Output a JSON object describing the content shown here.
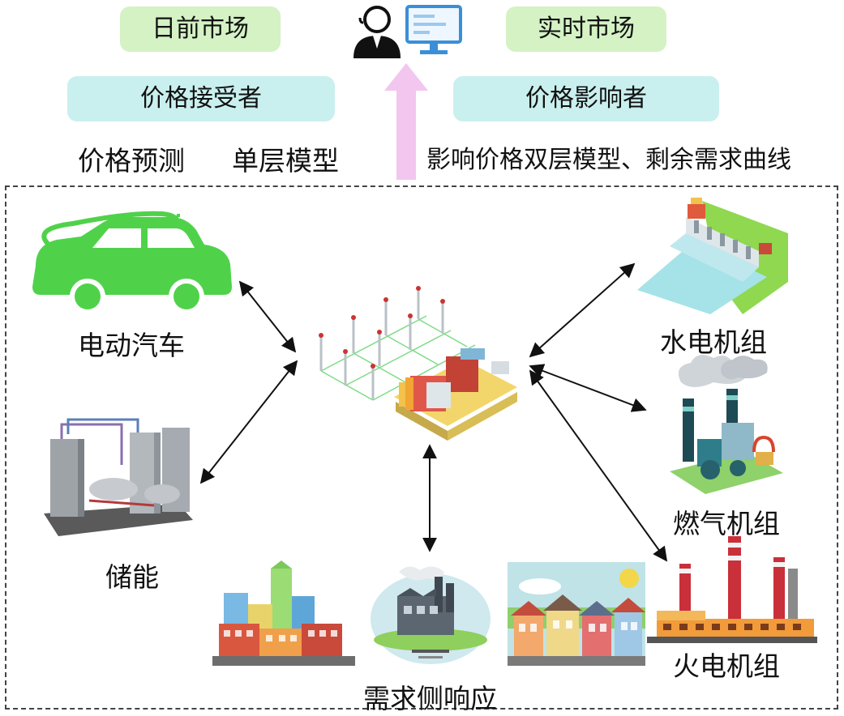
{
  "markets": {
    "day_ahead": "日前市场",
    "real_time": "实时市场"
  },
  "roles": {
    "price_taker": "价格接受者",
    "price_maker": "价格影响者"
  },
  "models": {
    "price_forecast": "价格预测",
    "single_layer": "单层模型",
    "bilevel": "影响价格双层模型、剩余需求曲线"
  },
  "resources": {
    "ev": "电动汽车",
    "storage": "储能",
    "demand_response": "需求侧响应",
    "hydro": "水电机组",
    "gas": "燃气机组",
    "thermal": "火电机组"
  },
  "colors": {
    "pill_green": "#d4f2c4",
    "pill_cyan": "#c9f0ee",
    "up_arrow": "#f2c6ef",
    "ev_green": "#4fd24a"
  },
  "icons": [
    "operator-icon",
    "monitor-icon",
    "ev-car-icon",
    "energy-storage-icon",
    "virtual-power-plant-icon",
    "city-buildings-icon",
    "factory-icon",
    "town-houses-icon",
    "hydro-dam-icon",
    "gas-plant-icon",
    "thermal-plant-icon"
  ]
}
